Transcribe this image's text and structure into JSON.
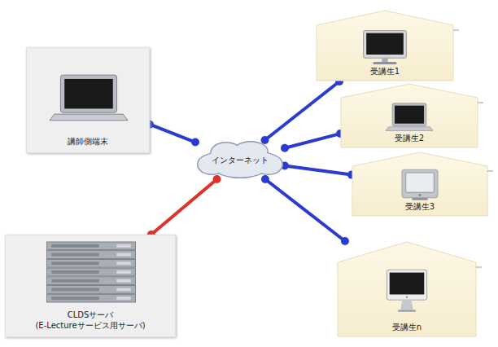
{
  "diagram": {
    "nodes": [
      {
        "text": [
          "講師側端末"
        ]
      },
      {
        "text": [
          "インターネット"
        ]
      },
      {
        "text": [
          "CLDSサーバ",
          "(E-Lectureサービス用サーバ)"
        ]
      },
      {
        "text": [
          "受講生1"
        ]
      },
      {
        "text": [
          "受講生2"
        ]
      },
      {
        "text": [
          "受講生3"
        ]
      },
      {
        "text": [
          "受講生n"
        ]
      }
    ],
    "edges": [
      {
        "from": 0,
        "to": 1,
        "arrow": "none"
      },
      {
        "from": 1,
        "to": 2,
        "arrow": "none"
      },
      {
        "from": 1,
        "to": 3,
        "arrow": "none"
      },
      {
        "from": 1,
        "to": 4,
        "arrow": "none"
      },
      {
        "from": 1,
        "to": 5,
        "arrow": "none"
      },
      {
        "from": 1,
        "to": 6,
        "arrow": "none"
      }
    ]
  }
}
